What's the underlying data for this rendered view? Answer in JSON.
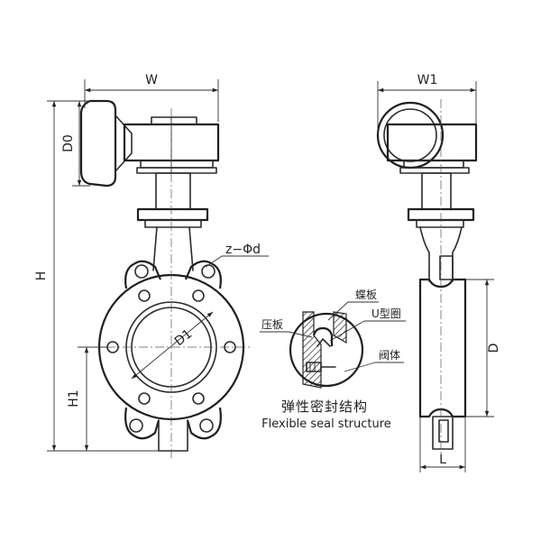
{
  "dimensions": {
    "W": "W",
    "W1": "W1",
    "D0": "D0",
    "H": "H",
    "H1": "H1",
    "D1": "D1",
    "D": "D",
    "L": "L",
    "bolt_holes": "z−Φd"
  },
  "parts": {
    "disc": "蝶板",
    "pressure_plate": "压板",
    "u_ring": "U型圈",
    "body": "阀体"
  },
  "caption": {
    "cn": "弹性密封结构",
    "en": "Flexible seal structure"
  }
}
